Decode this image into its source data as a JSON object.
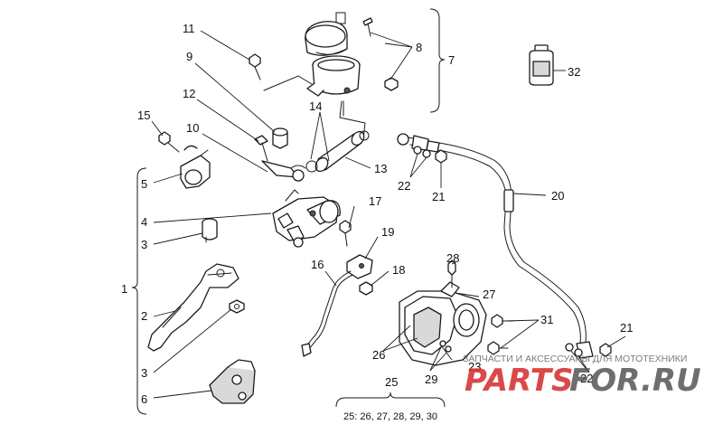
{
  "callouts": {
    "n1": "1",
    "n2": "2",
    "n3a": "3",
    "n3b": "3",
    "n4": "4",
    "n5": "5",
    "n6": "6",
    "n7": "7",
    "n8": "8",
    "n9": "9",
    "n10": "10",
    "n11": "11",
    "n12": "12",
    "n13": "13",
    "n14": "14",
    "n15": "15",
    "n16": "16",
    "n17": "17",
    "n18": "18",
    "n19": "19",
    "n20": "20",
    "n21a": "21",
    "n21b": "21",
    "n22a": "22",
    "n22b": "22",
    "n23": "23",
    "n25": "25",
    "n26": "26",
    "n27": "27",
    "n28": "28",
    "n29": "29",
    "n31": "31",
    "n32": "32"
  },
  "caliper_key": "25: 26, 27, 28, 29, 30",
  "watermark": {
    "tagline": "ЗАПЧАСТИ И АКСЕССУАРЫ ДЛЯ МОТОТЕХНИКИ",
    "brand_left": "PARTS",
    "brand_right": "FOR.RU",
    "color_left": "#d42a2a",
    "color_right": "#555555"
  }
}
